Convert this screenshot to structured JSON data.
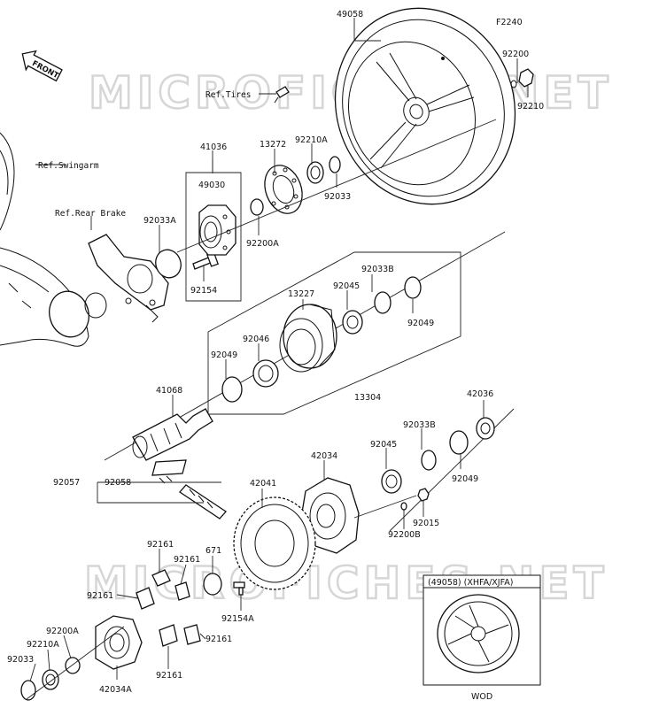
{
  "figure_code": "F2240",
  "watermark": "MICROFICHES.NET",
  "front_label": "FRONT",
  "refs": {
    "tires": "Ref.Tires",
    "swingarm": "Ref.Swingarm",
    "rear_brake": "Ref.Rear Brake"
  },
  "inset": {
    "title": "(49058) (XHFA/XJFA)",
    "caption": "WOD"
  },
  "labels": {
    "p49058": "49058",
    "p92200_top": "92200",
    "p92210_top": "92210",
    "p41036": "41036",
    "p13272": "13272",
    "p92210A_top": "92210A",
    "p49030": "49030",
    "p92033_top": "92033",
    "p92033A": "92033A",
    "p92200A_mid": "92200A",
    "p92154": "92154",
    "p92033B_top": "92033B",
    "p13227": "13227",
    "p92045_top": "92045",
    "p92049_right": "92049",
    "p92046": "92046",
    "p92049_left": "92049",
    "p13304": "13304",
    "p41068": "41068",
    "p42036": "42036",
    "p92033B_mid": "92033B",
    "p92045_mid": "92045",
    "p42034": "42034",
    "p92049_mid": "92049",
    "p92057": "92057",
    "p92058": "92058",
    "p42041": "42041",
    "p92015": "92015",
    "p92200B": "92200B",
    "p92161_a": "92161",
    "p92161_b": "92161",
    "p671": "671",
    "p92161_c": "92161",
    "p92154A": "92154A",
    "p92200A_bot": "92200A",
    "p92210A_bot": "92210A",
    "p92033_bot": "92033",
    "p42034A": "42034A",
    "p92161_d": "92161",
    "p92161_e": "92161"
  }
}
